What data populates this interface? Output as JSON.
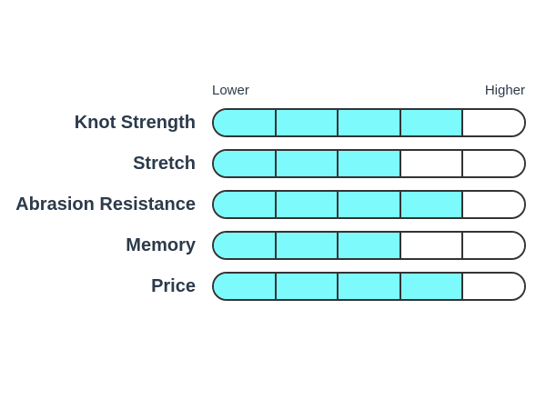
{
  "page": {
    "background": "#FFFFFF"
  },
  "chart_data": {
    "type": "bar",
    "variant": "segmented_rating_pills",
    "title": "",
    "categories": [
      "Knot Strength",
      "Stretch",
      "Abrasion Resistance",
      "Memory",
      "Price"
    ],
    "values": [
      4,
      3,
      4,
      3,
      4
    ],
    "scale": {
      "min": 0,
      "max": 5,
      "left_label": "Lower",
      "right_label": "Higher"
    },
    "colors": {
      "segment_fill": "#7DFBFC",
      "segment_empty": "#FFFFFF",
      "outline": "#333333",
      "text": "#2C3A4B",
      "background": "#FFFFFF"
    },
    "legend_position": "none",
    "grid": false
  }
}
